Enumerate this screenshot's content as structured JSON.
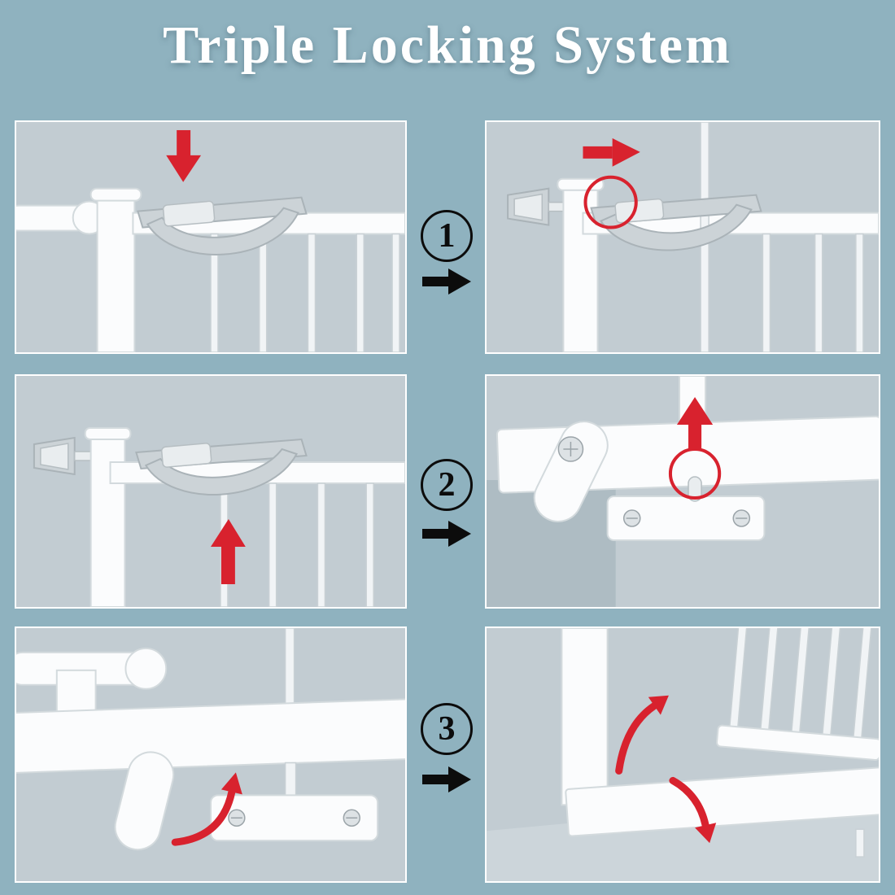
{
  "title": "Triple Locking System",
  "steps": [
    {
      "number": "1"
    },
    {
      "number": "2"
    },
    {
      "number": "3"
    }
  ],
  "icons": {
    "step_arrow": "black-right-arrow",
    "press_down": "red-down-arrow",
    "slide_right": "red-right-arrow",
    "lift_up": "red-up-arrow",
    "pin_highlight": "red-circle-outline",
    "rotate_lever": "red-curved-arrow",
    "swing_open": "red-curved-arrow"
  },
  "colors": {
    "page_background": "#8fb2bf",
    "panel_background": "#c2ccd2",
    "panel_border": "#ffffff",
    "title_text": "#ffffff",
    "step_text": "#0c0c0c",
    "accent_red": "#d8222e",
    "gate_white": "#fbfcfd",
    "latch_gray": "#ccd3d7"
  }
}
